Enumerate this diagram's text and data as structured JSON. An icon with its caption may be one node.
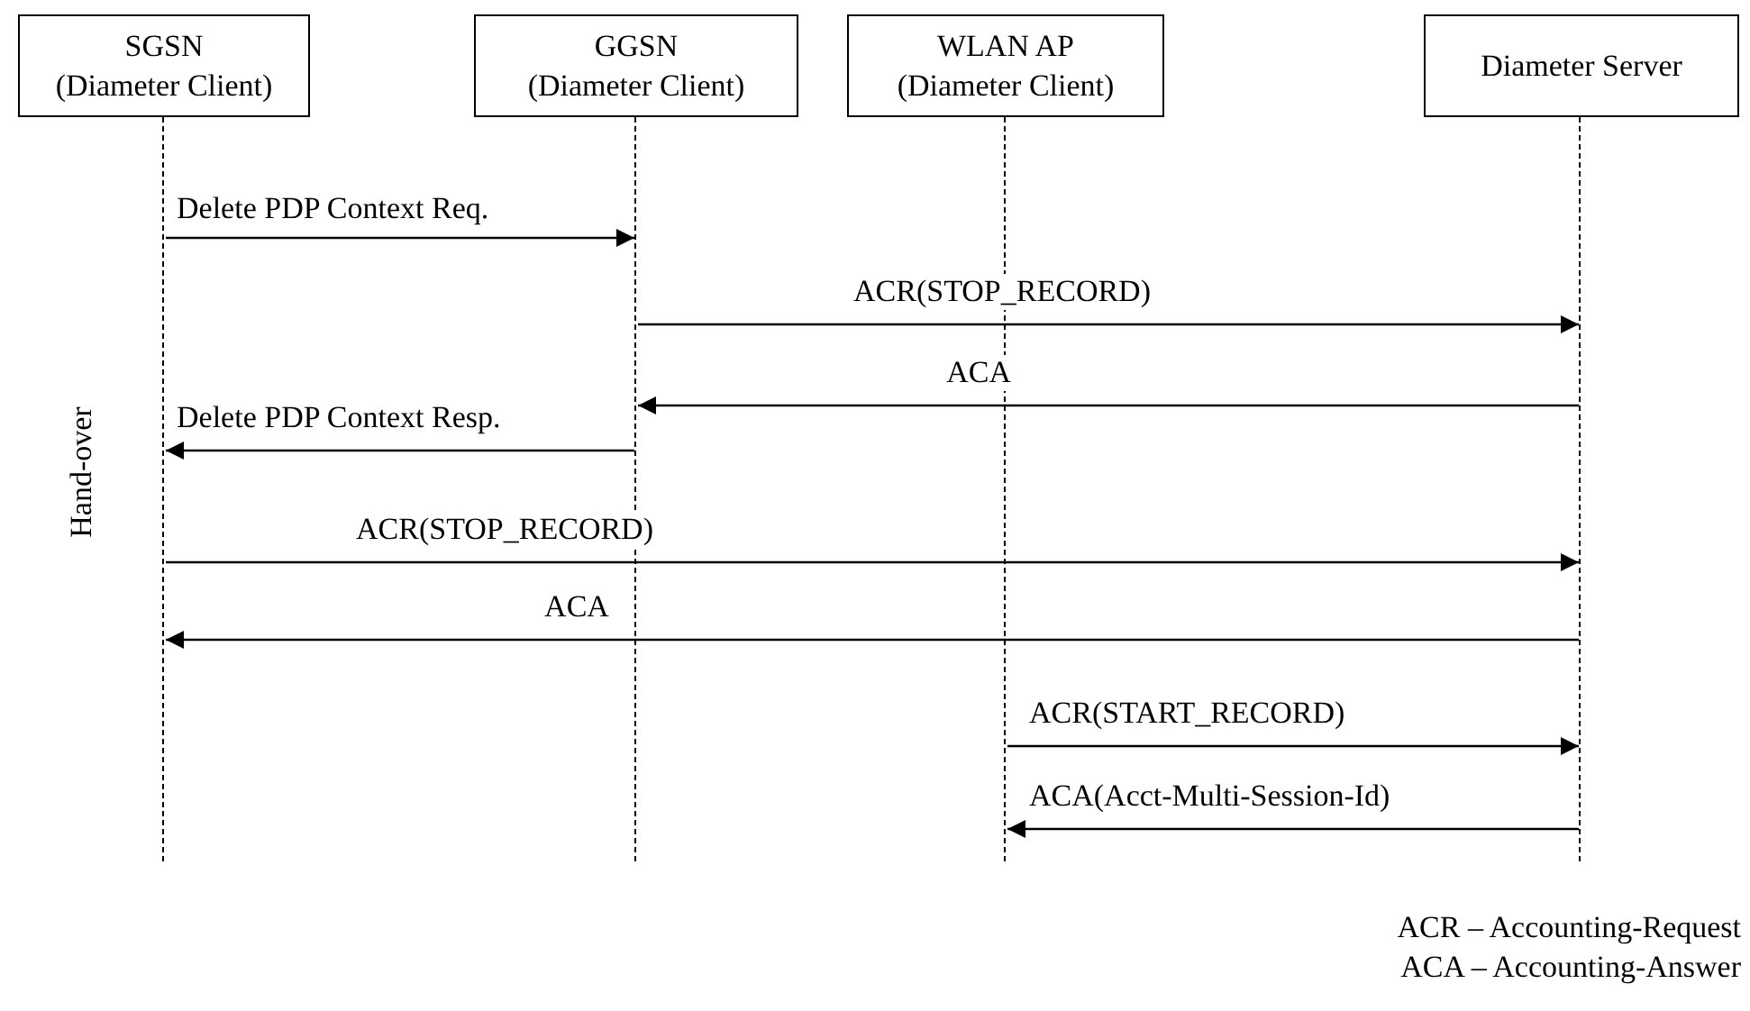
{
  "diagram": {
    "nodes": [
      {
        "text": [
          "SGSN",
          "(Diameter Client)"
        ]
      },
      {
        "text": [
          "GGSN",
          "(Diameter Client)"
        ]
      },
      {
        "text": [
          "WLAN AP",
          "(Diameter Client)"
        ]
      },
      {
        "text": [
          "Diameter Server"
        ]
      },
      {
        "text": [],
        "shape": "line"
      },
      {
        "text": [],
        "shape": "line"
      },
      {
        "text": [],
        "shape": "line"
      },
      {
        "text": [],
        "shape": "line"
      }
    ],
    "edges": [
      {
        "from": 4,
        "to": 5,
        "arrow": "to",
        "label": "Delete PDP Context Req."
      },
      {
        "from": 5,
        "to": 7,
        "arrow": "to",
        "label": "ACR(STOP_RECORD)"
      },
      {
        "from": 7,
        "to": 5,
        "arrow": "to",
        "label": "ACA"
      },
      {
        "from": 5,
        "to": 4,
        "arrow": "to",
        "label": "Delete PDP Context Resp."
      },
      {
        "from": 4,
        "to": 7,
        "arrow": "to",
        "label": "ACR(STOP_RECORD)"
      },
      {
        "from": 7,
        "to": 4,
        "arrow": "to",
        "label": "ACA"
      },
      {
        "from": 6,
        "to": 7,
        "arrow": "to",
        "label": "ACR(START_RECORD)"
      },
      {
        "from": 7,
        "to": 6,
        "arrow": "to",
        "label": "ACA(Acct-Multi-Session-Id)"
      }
    ],
    "labels": [
      "Hand-over",
      "ACR – Accounting-Request",
      "ACA – Accounting-Answer"
    ]
  }
}
